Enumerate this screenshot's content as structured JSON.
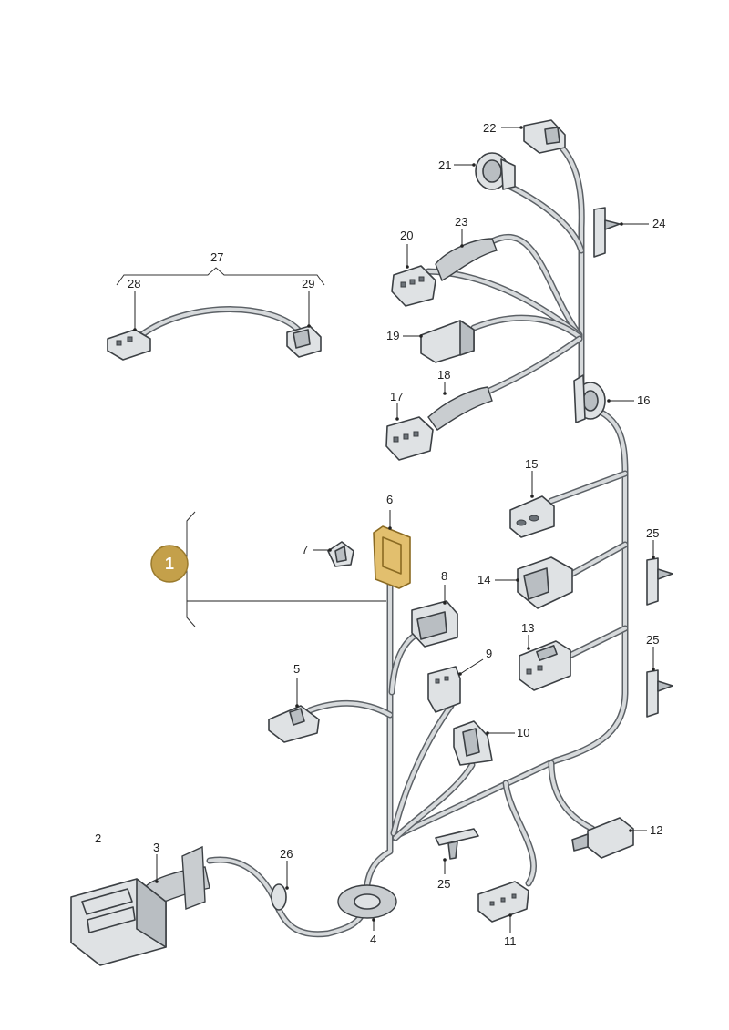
{
  "callout": {
    "label": "1",
    "color": "#c4a04a"
  },
  "part_numbers": {
    "p2": "2",
    "p3": "3",
    "p4": "4",
    "p5": "5",
    "p6": "6",
    "p7": "7",
    "p8": "8",
    "p9": "9",
    "p10": "10",
    "p11": "11",
    "p12": "12",
    "p13": "13",
    "p14": "14",
    "p15": "15",
    "p16": "16",
    "p17": "17",
    "p18": "18",
    "p19": "19",
    "p20": "20",
    "p21": "21",
    "p22": "22",
    "p23": "23",
    "p24": "24",
    "p25a": "25",
    "p25b": "25",
    "p25c": "25",
    "p26": "26",
    "p27": "27",
    "p28": "28",
    "p29": "29"
  },
  "colors": {
    "wire": "#5c6166",
    "part": "#dfe2e4",
    "highlight": "#e2bf6e"
  }
}
